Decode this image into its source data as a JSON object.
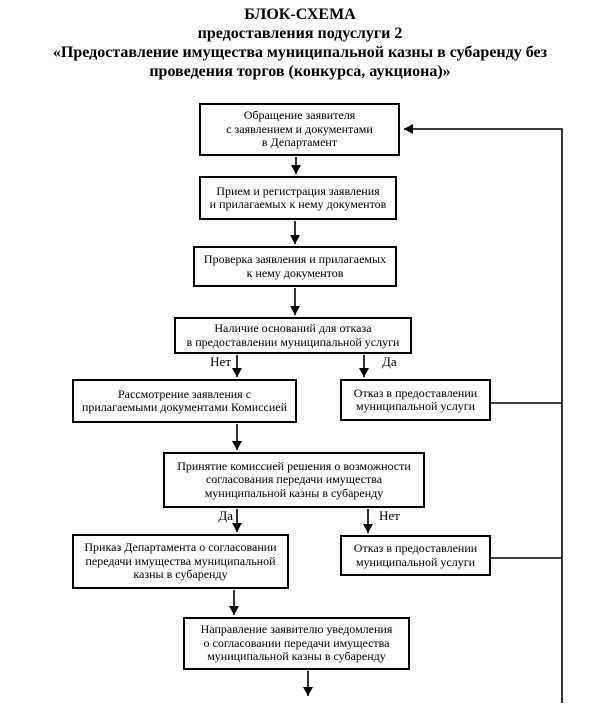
{
  "title": {
    "line1": "БЛОК-СХЕМА",
    "line2": "предоставления подуслуги 2",
    "line3": "«Предоставление имущества муниципальной казны в субаренду без\nпроведения торгов (конкурса, аукциона)»"
  },
  "flowchart": {
    "nodes": [
      {
        "id": "start",
        "label": "Обращение заявителя\nс заявлением и документами\nв Департамент"
      },
      {
        "id": "register",
        "label": "Прием и регистрация заявления\nи прилагаемых к нему документов"
      },
      {
        "id": "check",
        "label": "Проверка заявления и прилагаемых\nк нему документов"
      },
      {
        "id": "grounds",
        "label": "Наличие оснований для отказа\nв предоставлении муниципальной услуги"
      },
      {
        "id": "review",
        "label": "Рассмотрение заявления с\nприлагаемыми документами Комиссией"
      },
      {
        "id": "refusal1",
        "label": "Отказ в предоставлении\nмуниципальной услуги"
      },
      {
        "id": "decision",
        "label": "Принятие комиссией решения о возможности\nсогласования передачи имущества\nмуниципальной казны в субаренду"
      },
      {
        "id": "order",
        "label": "Приказ Департамента о согласовании\nпередачи имущества муниципальной\nказны в субаренду"
      },
      {
        "id": "refusal2",
        "label": "Отказ в предоставлении\nмуниципальной услуги"
      },
      {
        "id": "notify",
        "label": "Направление заявителю уведомления\nо согласовании передачи имущества\nмуниципальной казны в субаренду"
      }
    ],
    "branch_labels": {
      "no1": "Нет",
      "yes1": "Да",
      "yes2": "Да",
      "no2": "Нет"
    },
    "line_color": "#000000"
  }
}
